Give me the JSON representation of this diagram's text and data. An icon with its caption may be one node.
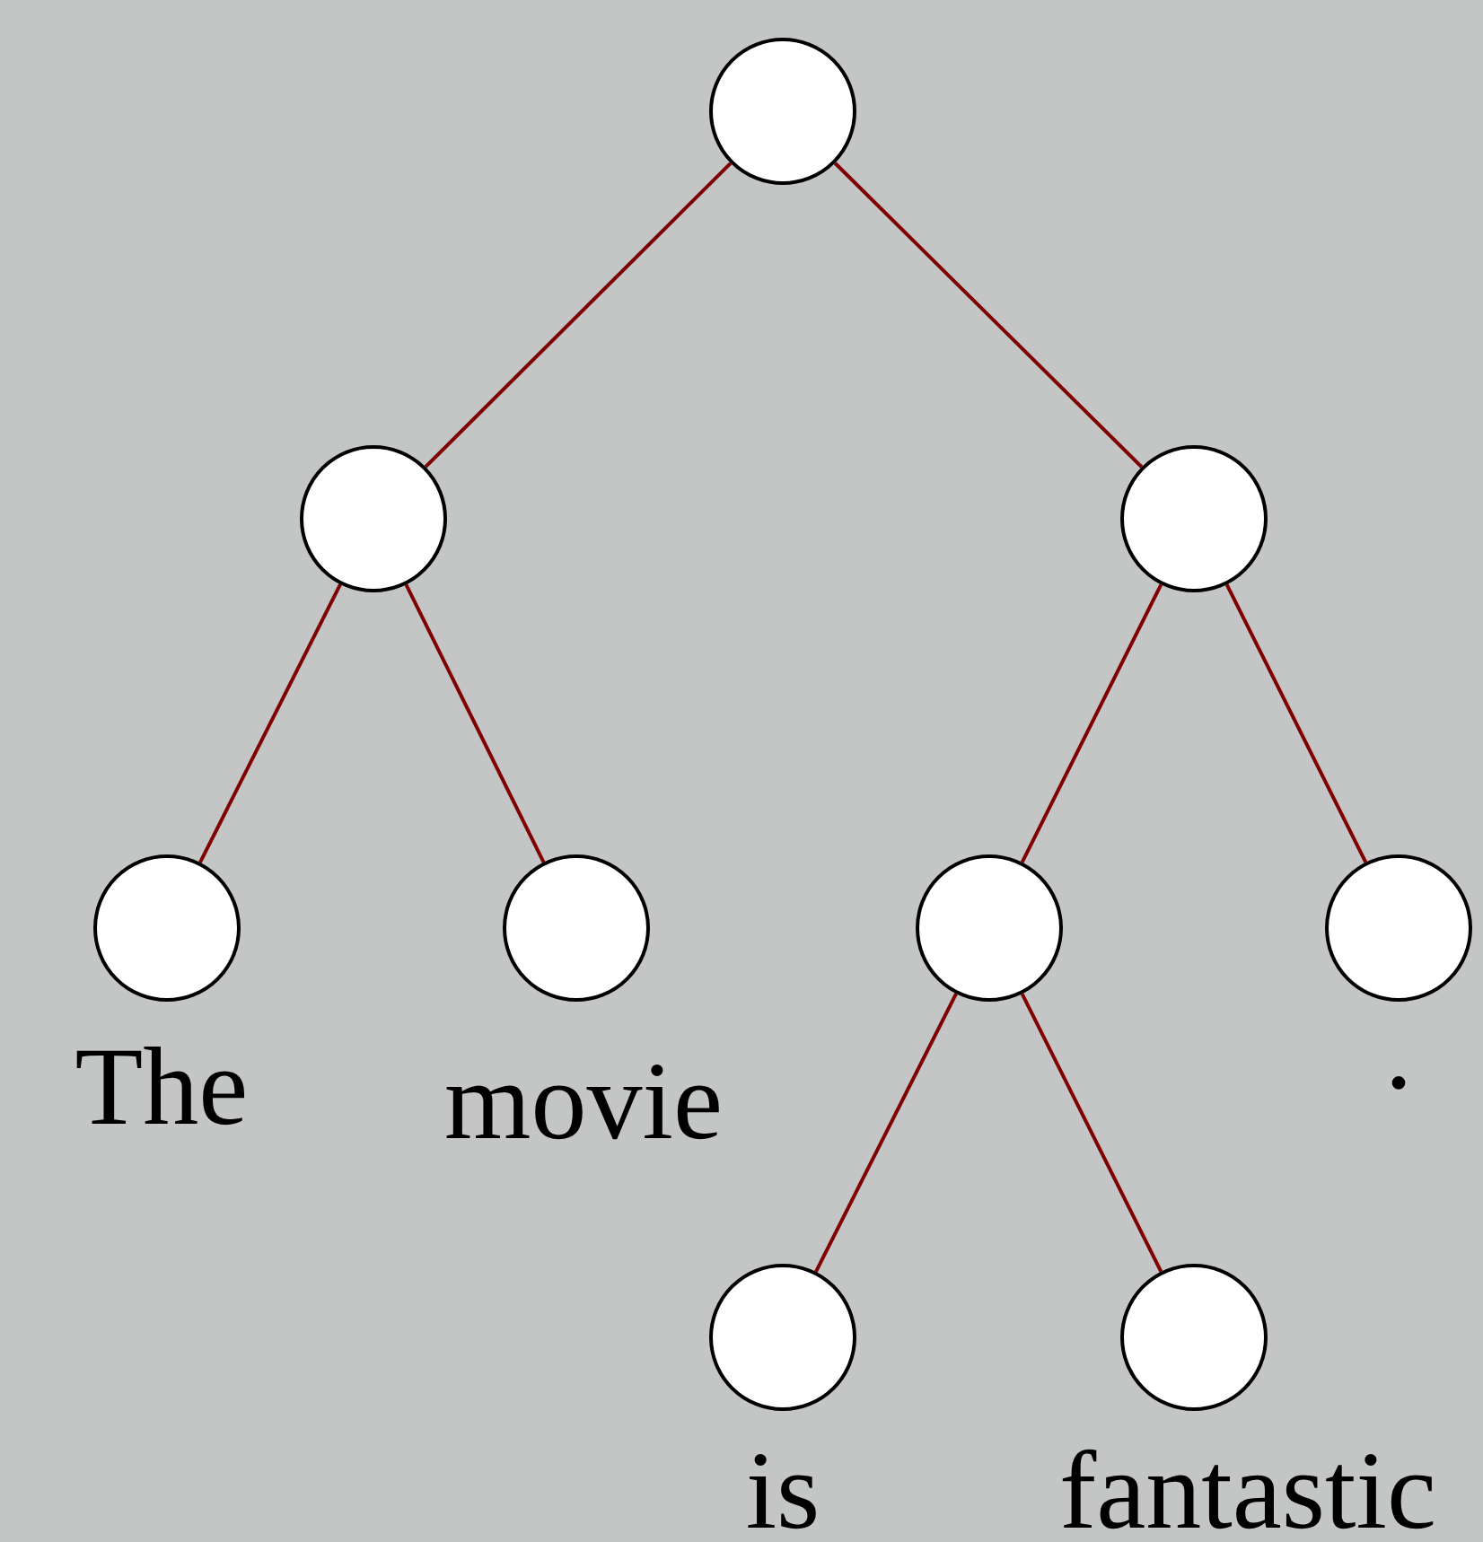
{
  "diagram": {
    "nodes": [
      {
        "text": [],
        "shape": "circle"
      },
      {
        "text": [],
        "shape": "circle"
      },
      {
        "text": [],
        "shape": "circle"
      },
      {
        "text": [],
        "shape": "circle",
        "beside": [
          "The"
        ]
      },
      {
        "text": [],
        "shape": "circle",
        "beside": [
          "movie"
        ]
      },
      {
        "text": [],
        "shape": "circle"
      },
      {
        "text": [],
        "shape": "circle",
        "beside": [
          "."
        ]
      },
      {
        "text": [],
        "shape": "circle",
        "beside": [
          "is"
        ]
      },
      {
        "text": [],
        "shape": "circle",
        "beside": [
          "fantastic"
        ]
      }
    ],
    "edges": [
      {
        "from": 0,
        "to": 1,
        "arrow": "none"
      },
      {
        "from": 0,
        "to": 2,
        "arrow": "none"
      },
      {
        "from": 1,
        "to": 3,
        "arrow": "none"
      },
      {
        "from": 1,
        "to": 4,
        "arrow": "none"
      },
      {
        "from": 2,
        "to": 5,
        "arrow": "none"
      },
      {
        "from": 2,
        "to": 6,
        "arrow": "none"
      },
      {
        "from": 5,
        "to": 7,
        "arrow": "none"
      },
      {
        "from": 5,
        "to": 8,
        "arrow": "none"
      }
    ]
  }
}
